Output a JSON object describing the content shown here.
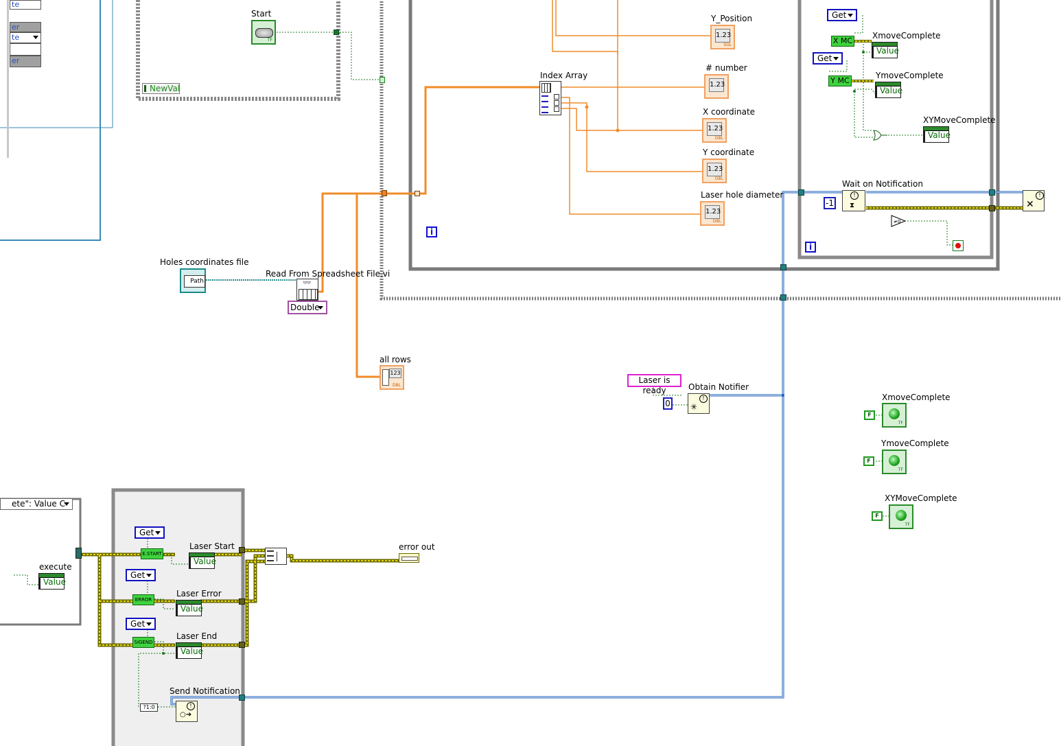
{
  "colors": {
    "orange_wire": "#f08c28",
    "blue_wire": "#1b5fbf",
    "error_wire": "#d4c400",
    "green_wire": "#1a7a1a",
    "pink_const": "#e020d0",
    "frame": "#8c8c8c"
  },
  "top_left_panel": {
    "items": [
      "te",
      "er",
      "te",
      "er"
    ],
    "dropdown_icon": "dropdown-arrow-icon"
  },
  "event_structure_top": {
    "start_label": "Start",
    "start_tag": "TF",
    "newval_label": "NewVal"
  },
  "inner_loop": {
    "index_array_label": "Index Array",
    "info_icon": "i",
    "y_position_label": "Y_Position",
    "number_label": "# number",
    "x_coordinate_label": "X coordinate",
    "y_coordinate_label": "Y coordinate",
    "laser_hole_diameter_label": "Laser hole diameter",
    "indicator_text": "1.23",
    "tag_sgl": "SGL",
    "tag_dbl": "DBL"
  },
  "right_loop": {
    "get_label": "Get",
    "xmc_label": "X MC",
    "ymc_label": "Y MC",
    "xmove_label": "XmoveComplete",
    "ymove_label": "YmoveComplete",
    "xymove_label": "XYMoveComplete",
    "value_label": "Value",
    "wait_label": "Wait on Notification",
    "minus_one": "-1",
    "info_icon": "i"
  },
  "file_read": {
    "holes_file_label": "Holes coordinates file",
    "path_label": "Path",
    "read_vi_label": "Read From Spreadsheet File.vi",
    "double_label": "Double",
    "all_rows_label": "all rows",
    "all_rows_indicator": "123"
  },
  "notifier": {
    "laser_ready": "Laser is ready",
    "obtain_label": "Obtain Notifier",
    "zero": "0"
  },
  "front_indicators": [
    {
      "label": "XmoveComplete",
      "const": "F",
      "tag": "TF"
    },
    {
      "label": "YmoveComplete",
      "const": "F",
      "tag": "TF"
    },
    {
      "label": "XYMoveComplete",
      "const": "F",
      "tag": "TF"
    }
  ],
  "bottom_left": {
    "case_selector": "ete\": Value C",
    "execute_label": "execute",
    "value_label": "Value"
  },
  "bottom_frame": {
    "get_label": "Get",
    "estart_ref": "E.START",
    "error_ref": "ERROR",
    "sigend_ref": "SIGEND",
    "laser_start": "Laser Start",
    "laser_error": "Laser Error",
    "laser_end": "Laser End",
    "value_label": "Value",
    "send_notification": "Send Notification",
    "convert_label": "?1:0",
    "error_out": "error out"
  }
}
